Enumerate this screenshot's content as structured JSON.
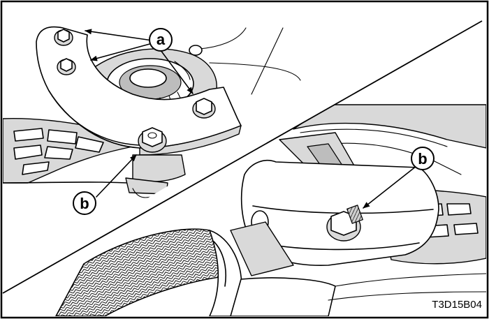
{
  "callouts": {
    "a": "a",
    "b_upper": "b",
    "b_lower": "b"
  },
  "figure_code": "T3D15B04"
}
